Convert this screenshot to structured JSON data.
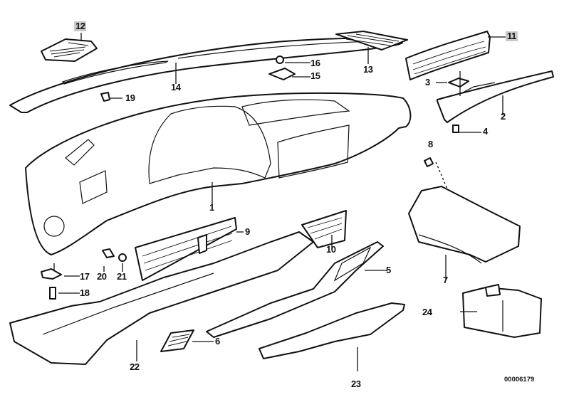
{
  "diagram": {
    "type": "exploded-parts-diagram",
    "subject": "dashboard / instrument panel trim assembly",
    "reference_number": "00006179",
    "highlighted_labels": [
      "12",
      "11"
    ],
    "parts": [
      {
        "id": "1",
        "name": "dashboard"
      },
      {
        "id": "2",
        "name": "trim strip right"
      },
      {
        "id": "3",
        "name": "clip"
      },
      {
        "id": "4",
        "name": "screw"
      },
      {
        "id": "5",
        "name": "center console frame"
      },
      {
        "id": "6",
        "name": "vent grille"
      },
      {
        "id": "7",
        "name": "glove box"
      },
      {
        "id": "8",
        "name": "screw"
      },
      {
        "id": "9",
        "name": "wood trim panel lower"
      },
      {
        "id": "10",
        "name": "wood trim insert"
      },
      {
        "id": "11",
        "name": "wood trim panel right"
      },
      {
        "id": "12",
        "name": "speaker grille left"
      },
      {
        "id": "13",
        "name": "speaker grille center"
      },
      {
        "id": "14",
        "name": "defroster cover"
      },
      {
        "id": "15",
        "name": "bracket"
      },
      {
        "id": "16",
        "name": "screw"
      },
      {
        "id": "17",
        "name": "clamp"
      },
      {
        "id": "18",
        "name": "screw"
      },
      {
        "id": "19",
        "name": "plug"
      },
      {
        "id": "20",
        "name": "spacer"
      },
      {
        "id": "21",
        "name": "nut"
      },
      {
        "id": "22",
        "name": "lower trim panel left"
      },
      {
        "id": "23",
        "name": "lower trim cover"
      },
      {
        "id": "24",
        "name": "cover"
      }
    ]
  }
}
